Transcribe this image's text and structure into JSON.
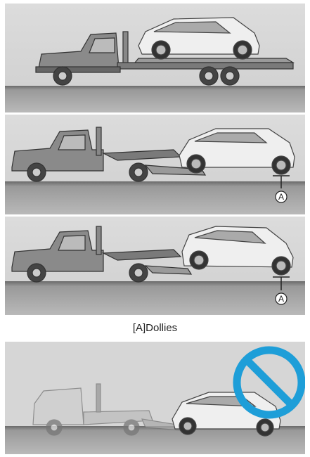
{
  "panels": [
    {
      "id": "flatbed",
      "description_key": "flatbed-tow"
    },
    {
      "id": "wheel-lift-dollies-front",
      "marker": "A"
    },
    {
      "id": "wheel-lift-dollies-rear",
      "marker": "A"
    },
    {
      "id": "improper-tow",
      "prohibited": true
    }
  ],
  "marker_label": "A",
  "caption": "[A]Dollies",
  "colors": {
    "sky": "#d8d8d8",
    "ground": "#8e8e8e",
    "ground_top": "#5d5d5d",
    "prohibit": "#1e9ed8"
  }
}
